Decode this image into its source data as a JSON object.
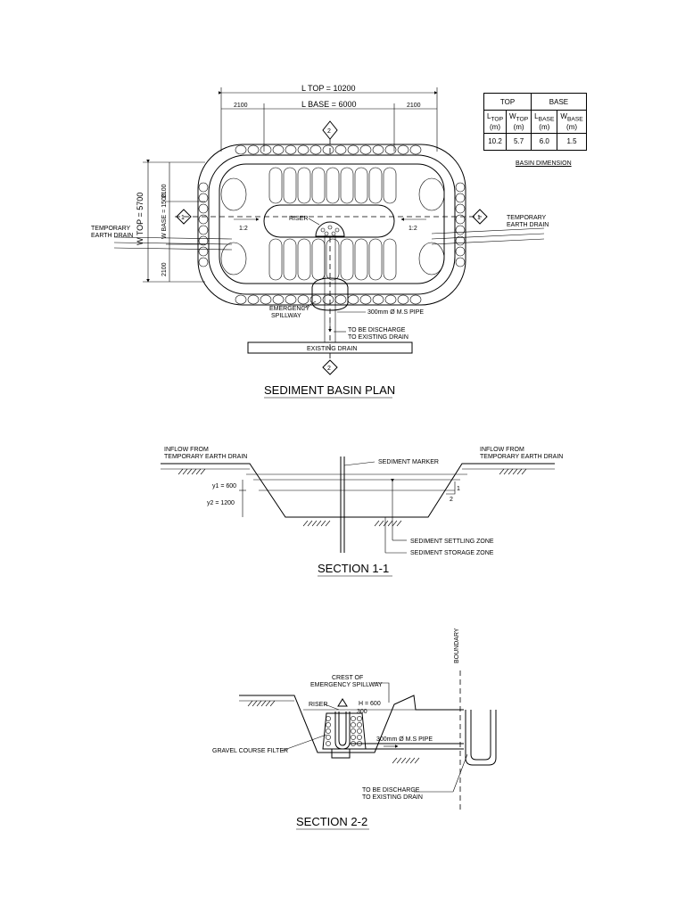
{
  "plan": {
    "title": "SEDIMENT BASIN PLAN",
    "l_top": "L TOP  =  10200",
    "l_base": "L BASE  =  6000",
    "dim_2100_left": "2100",
    "dim_2100_right": "2100",
    "w_top": "W TOP  =  5700",
    "w_base": "W BASE  =  1500",
    "dim_2100_top": "2100",
    "dim_2100_bottom": "2100",
    "riser": "RISER",
    "slope_left": "1:2",
    "slope_right": "1:2",
    "temp_drain_left_1": "TEMPORARY",
    "temp_drain_left_2": "EARTH DRAIN",
    "temp_drain_right_1": "TEMPORARY",
    "temp_drain_right_2": "EARTH DRAIN",
    "emergency_1": "EMERGENCY",
    "emergency_2": "SPILLWAY",
    "pipe": "300mm Ø M.S PIPE",
    "discharge_1": "TO BE DISCHARGE",
    "discharge_2": "TO EXISTING DRAIN",
    "existing_drain": "EXISTING DRAIN",
    "marker_1": "1",
    "marker_2": "2"
  },
  "dimension_table": {
    "headers": [
      "TOP",
      "BASE"
    ],
    "subheaders": [
      [
        "L",
        "TOP",
        "(m)"
      ],
      [
        "W",
        "TOP",
        "(m)"
      ],
      [
        "L",
        "BASE",
        "(m)"
      ],
      [
        "W",
        "BASE",
        "(m)"
      ]
    ],
    "values": [
      "10.2",
      "5.7",
      "6.0",
      "1.5"
    ],
    "caption": "BASIN DIMENSION"
  },
  "section11": {
    "title": "SECTION 1-1",
    "inflow_left_1": "INFLOW FROM",
    "inflow_left_2": "TEMPORARY EARTH DRAIN",
    "inflow_right_1": "INFLOW FROM",
    "inflow_right_2": "TEMPORARY EARTH DRAIN",
    "marker": "SEDIMENT MARKER",
    "y1": "y1 = 600",
    "y2": "y2 = 1200",
    "settling": "SEDIMENT SETTLING ZONE",
    "storage": "SEDIMENT STORAGE ZONE",
    "slope_1": "1",
    "slope_2": "2"
  },
  "section22": {
    "title": "SECTION 2-2",
    "boundary": "BOUNDARY",
    "crest_1": "CREST OF",
    "crest_2": "EMERGENCY SPILLWAY",
    "riser": "RISER",
    "h600": "H = 600",
    "h300": "300",
    "pipe": "300mm Ø M.S PIPE",
    "gravel": "GRAVEL COURSE FILTER",
    "discharge_1": "TO BE DISCHARGE",
    "discharge_2": "TO EXISTING DRAIN"
  }
}
